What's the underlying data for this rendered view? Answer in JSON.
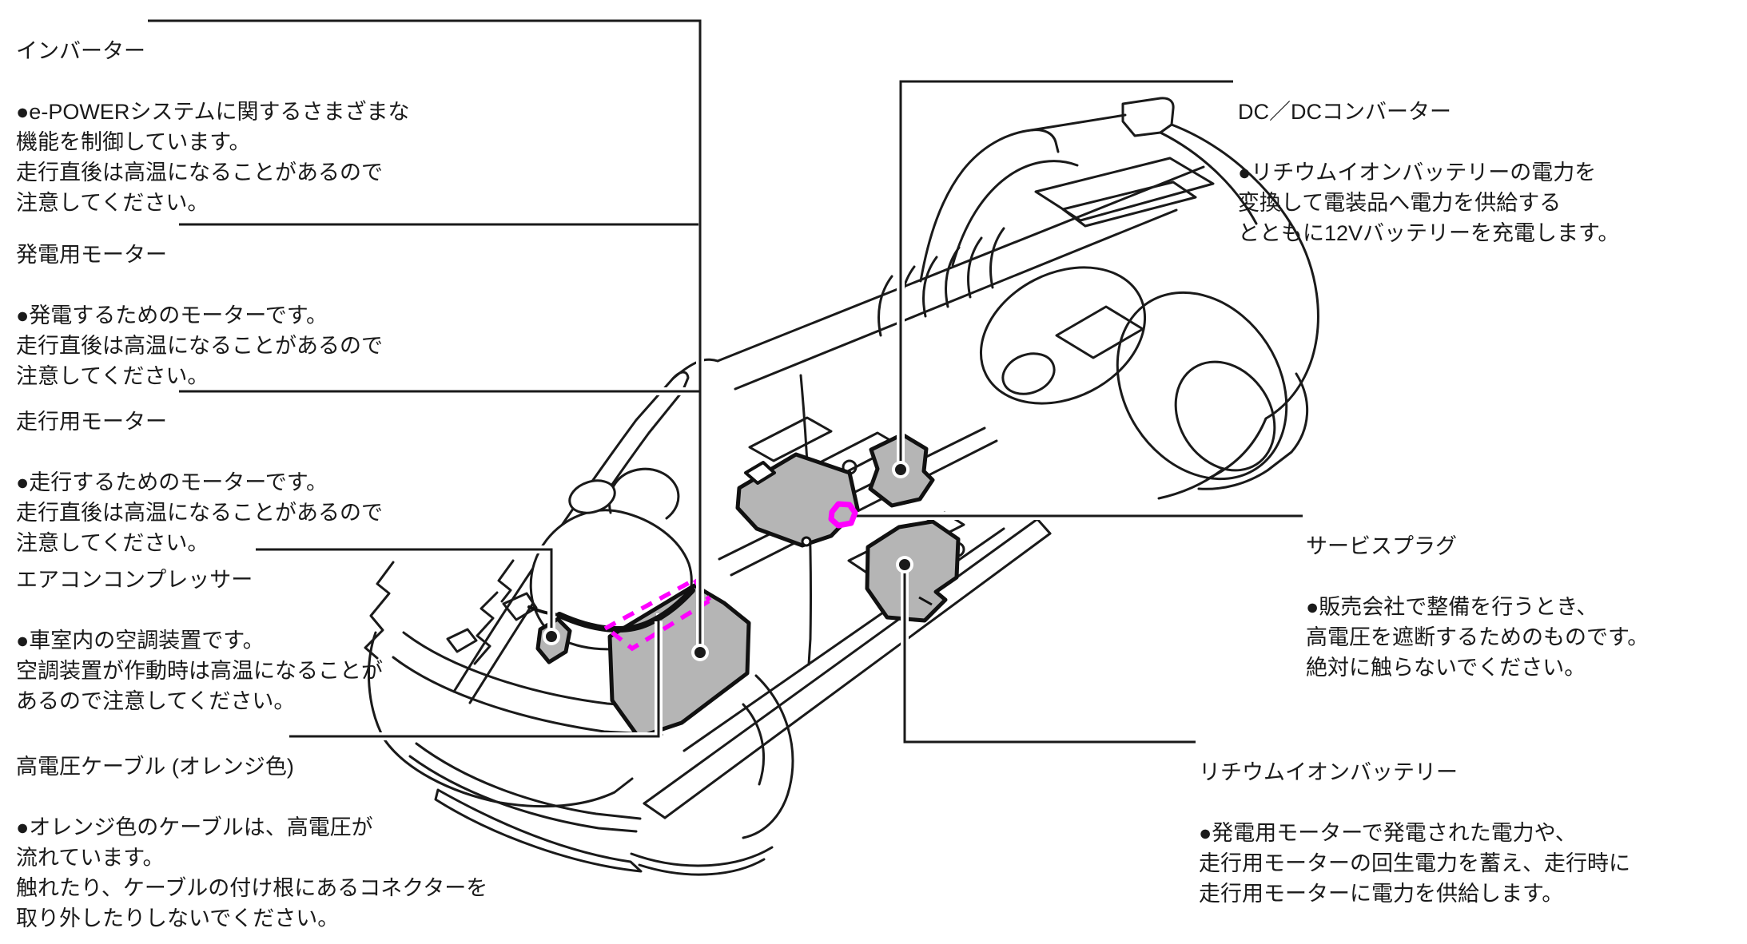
{
  "figure_type": "vehicle-cutaway-component-diagram",
  "colors": {
    "line": "#1a1a1a",
    "component_fill": "#b5b5b5",
    "highlight": "#ff00ff"
  },
  "callouts": {
    "inverter": {
      "title": "インバーター",
      "body": "●e-POWERシステムに関するさまざまな\n機能を制御しています。\n走行直後は高温になることがあるので\n注意してください。"
    },
    "generator_motor": {
      "title": "発電用モーター",
      "body": "●発電するためのモーターです。\n走行直後は高温になることがあるので\n注意してください。"
    },
    "traction_motor": {
      "title": "走行用モーター",
      "body": "●走行するためのモーターです。\n走行直後は高温になることがあるので\n注意してください。"
    },
    "ac_compressor": {
      "title": "エアコンコンプレッサー",
      "body": "●車室内の空調装置です。\n空調装置が作動時は高温になることが\nあるので注意してください。"
    },
    "hv_cable": {
      "title": "高電圧ケーブル (オレンジ色)",
      "body": "●オレンジ色のケーブルは、高電圧が\n流れています。\n触れたり、ケーブルの付け根にあるコネクターを\n取り外したりしないでください。"
    },
    "dcdc_converter": {
      "title": "DC／DCコンバーター",
      "body": "●リチウムイオンバッテリーの電力を\n変換して電装品へ電力を供給する\nとともに12Vバッテリーを充電します。"
    },
    "service_plug": {
      "title": "サービスプラグ",
      "body": "●販売会社で整備を行うとき、\n高電圧を遮断するためのものです。\n絶対に触らないでください。"
    },
    "lithium_ion_battery": {
      "title": "リチウムイオンバッテリー",
      "body": "●発電用モーターで発電された電力や、\n走行用モーターの回生電力を蓄え、走行時に\n走行用モーターに電力を供給します。"
    }
  }
}
